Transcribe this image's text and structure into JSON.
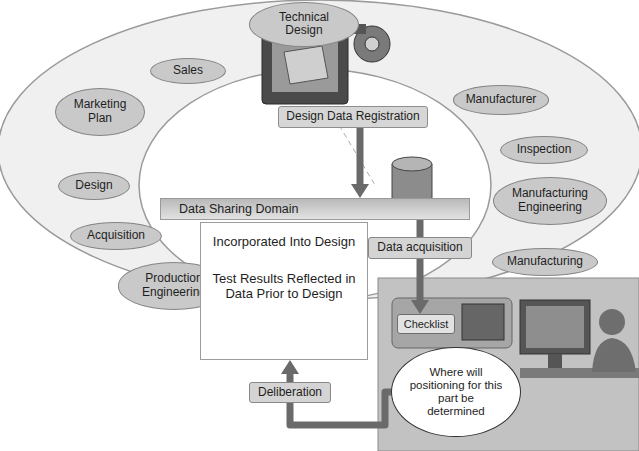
{
  "diagram": {
    "nodes": [
      {
        "text": [
          "Technical Design"
        ]
      },
      {
        "text": [
          "Sales"
        ]
      },
      {
        "text": [
          "Marketing Plan"
        ]
      },
      {
        "text": [
          "Design"
        ]
      },
      {
        "text": [
          "Acquisition"
        ]
      },
      {
        "text": [
          "Production Engineering"
        ]
      },
      {
        "text": [
          "Manufacturer"
        ]
      },
      {
        "text": [
          "Inspection"
        ]
      },
      {
        "text": [
          "Manufacturing Engineering"
        ]
      },
      {
        "text": [
          "Manufacturing"
        ]
      },
      {
        "text": [
          "Design Data Registration"
        ]
      },
      {
        "text": [
          "Data Sharing Domain"
        ]
      },
      {
        "text": [
          "Incorporated Into Design",
          "Test Results Reflected in Data Prior to Design"
        ]
      },
      {
        "text": [
          "Checklist"
        ]
      },
      {
        "text": [
          "Where will positioning for this part be determined"
        ]
      }
    ],
    "edges": [
      {
        "from": 10,
        "to": 11,
        "arrow": "to"
      },
      {
        "from": 11,
        "to": 13,
        "label": "Data acquisition",
        "arrow": "to"
      },
      {
        "from": 14,
        "to": 12,
        "label": "Deliberation",
        "arrow": "to"
      }
    ]
  }
}
